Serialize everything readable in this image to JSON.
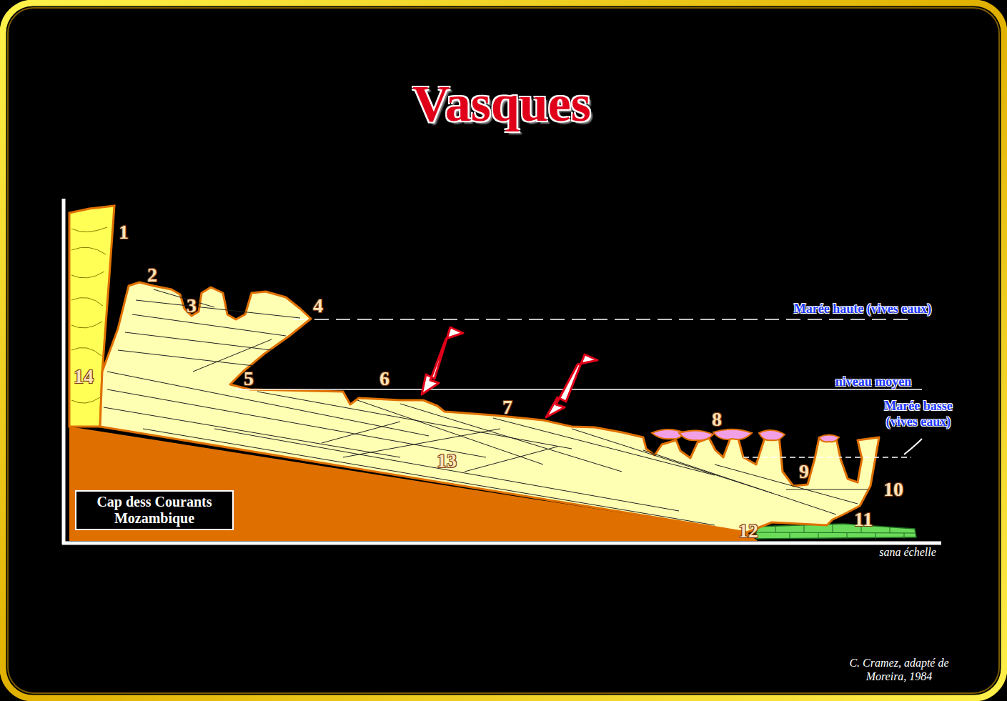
{
  "diagram": {
    "title": "Vasques",
    "nodes": [
      {
        "text": [
          "Cap dess Courants Mozambique"
        ]
      }
    ],
    "labels": [
      "1",
      "2",
      "3",
      "4",
      "14",
      "5",
      "6",
      "7",
      "8",
      "9",
      "10",
      "11",
      "12",
      "13",
      "Marée haute (vives eaux)",
      "niveau moyen",
      "Marée basse (vives eaux)",
      "sana échelle",
      "C. Cramez, adapté de Moreira, 1984"
    ]
  }
}
